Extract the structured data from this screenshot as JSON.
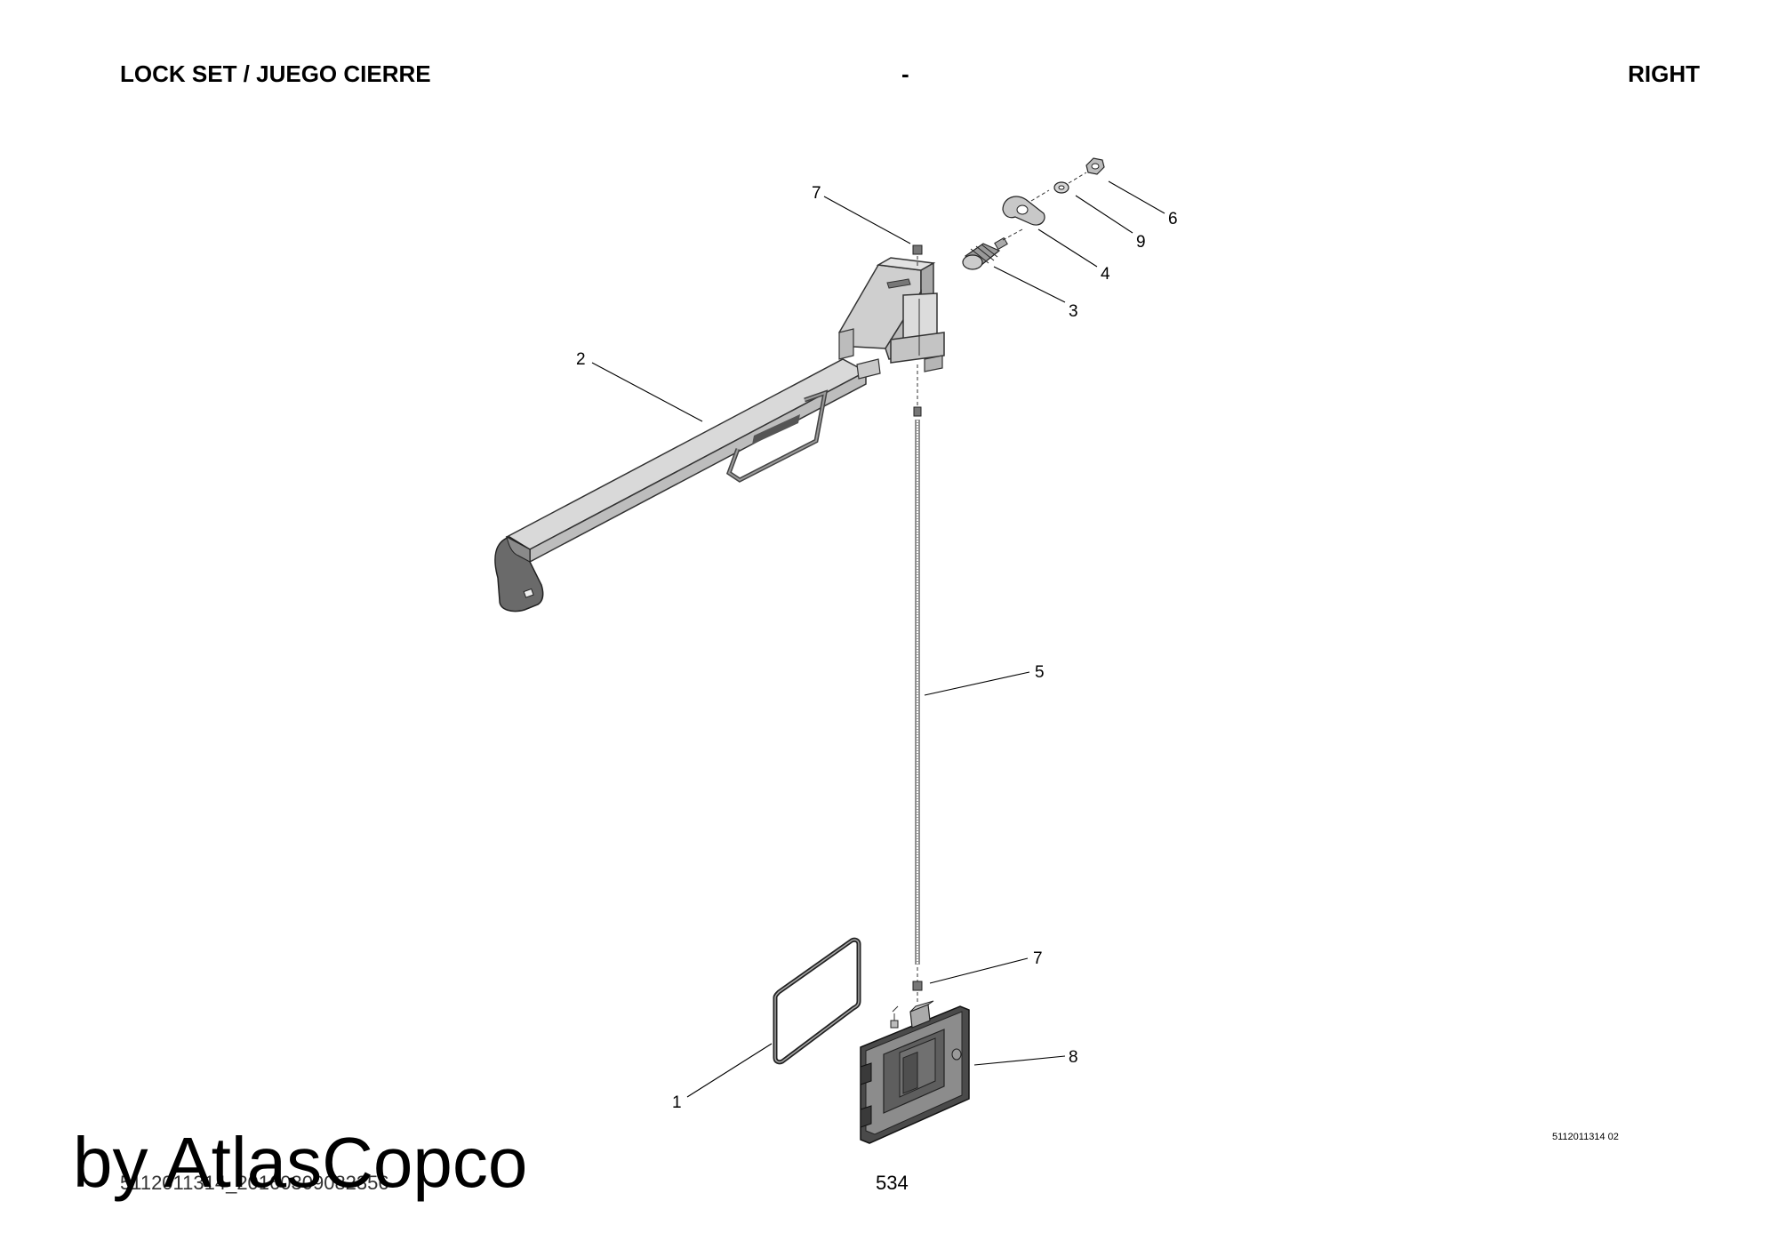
{
  "header": {
    "title": "LOCK SET / JUEGO CIERRE",
    "center": "-",
    "side": "RIGHT"
  },
  "callouts": [
    "7",
    "6",
    "9",
    "4",
    "3",
    "2",
    "5",
    "7",
    "8",
    "1"
  ],
  "footer": {
    "drawing_number": "5112011314 02",
    "file_ref": "5112011314_20160309082356",
    "page_number": "534",
    "watermark": "by AtlasCopco"
  }
}
